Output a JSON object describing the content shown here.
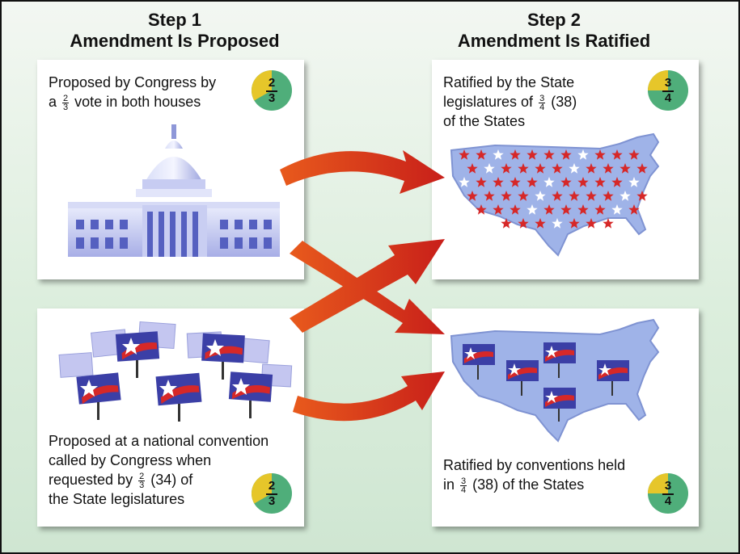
{
  "step1": {
    "step": "Step 1",
    "title": "Amendment Is Proposed"
  },
  "step2": {
    "step": "Step 2",
    "title": "Amendment Is Ratified"
  },
  "panels": {
    "congress": {
      "line1": "Proposed by Congress by",
      "line2_pre": "a",
      "frac_num": "2",
      "frac_den": "3",
      "line2_post": "vote in both houses",
      "pie": {
        "num": "2",
        "den": "3",
        "fraction": 0.667
      }
    },
    "convention_proposal": {
      "line1": "Proposed at a national convention",
      "line2": "called by Congress when",
      "line3_pre": "requested by",
      "frac_num": "2",
      "frac_den": "3",
      "line3_post": "(34) of",
      "line4": "the State legislatures",
      "pie": {
        "num": "2",
        "den": "3",
        "fraction": 0.667
      }
    },
    "legislatures": {
      "line1": "Ratified by the State",
      "line2_pre": "legislatures of",
      "frac_num": "3",
      "frac_den": "4",
      "line2_post": "(38)",
      "line3": "of the States",
      "pie": {
        "num": "3",
        "den": "4",
        "fraction": 0.75
      }
    },
    "conventions": {
      "line1": "Ratified by conventions held",
      "line2_pre": "in",
      "frac_num": "3",
      "frac_den": "4",
      "line2_post": "(38) of the States",
      "pie": {
        "num": "3",
        "den": "4",
        "fraction": 0.75
      }
    }
  },
  "colors": {
    "pie_green": "#4fae7a",
    "pie_yellow": "#e6c62a",
    "arrow": "#d8341a",
    "map": "#9fb3e8"
  }
}
